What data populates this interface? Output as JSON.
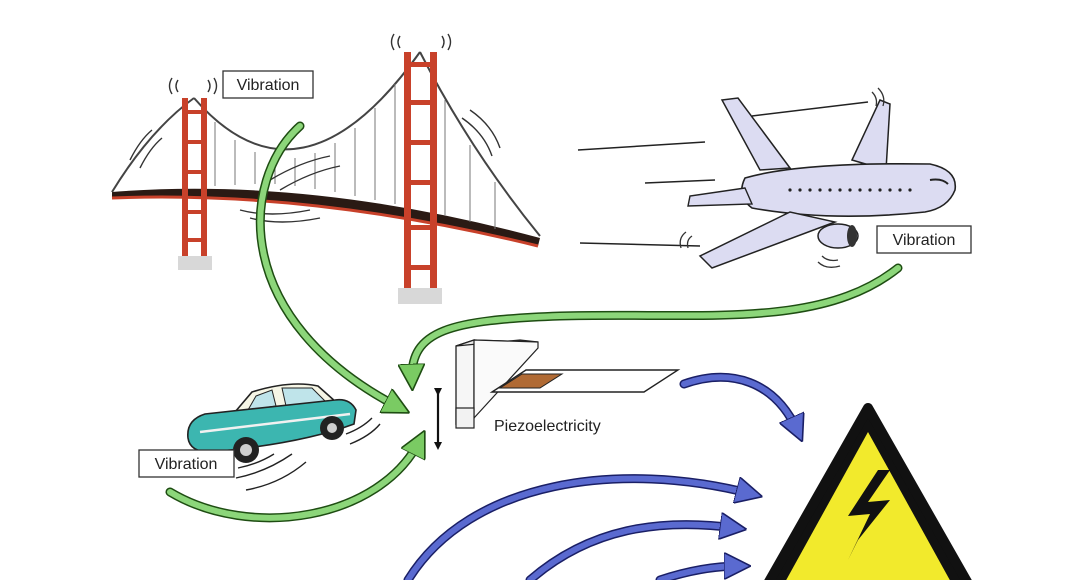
{
  "labels": {
    "bridge_vibration": "Vibration",
    "plane_vibration": "Vibration",
    "car_vibration": "Vibration",
    "piezo": "Piezoelectricity"
  },
  "colors": {
    "green_arrow": "#8cd67a",
    "blue_arrow": "#5a6ad0",
    "bridge_red": "#c8412a",
    "plane_body": "#dcdcf2",
    "car_teal": "#3cb6b0",
    "warning_yellow": "#f2ea2c",
    "piezo_patch": "#b06a34"
  },
  "icons": {
    "bridge": "suspension-bridge-icon",
    "airplane": "airplane-icon",
    "car": "car-icon",
    "warning": "high-voltage-warning-icon"
  }
}
